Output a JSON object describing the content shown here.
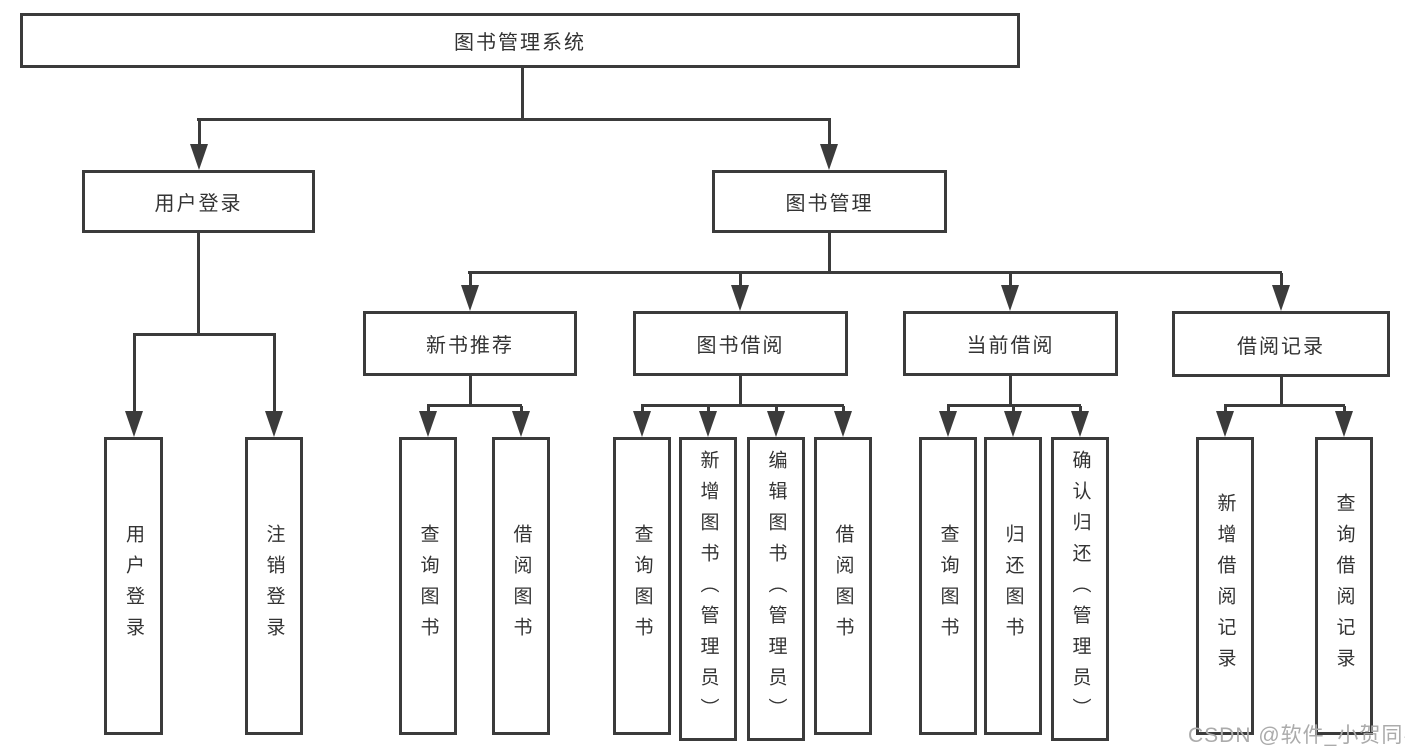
{
  "diagram_type": "hierarchical-tree",
  "tree": {
    "label": "图书管理系统",
    "children": [
      {
        "label": "用户登录",
        "children": [
          {
            "label": "用户登录"
          },
          {
            "label": "注销登录"
          }
        ]
      },
      {
        "label": "图书管理",
        "children": [
          {
            "label": "新书推荐",
            "children": [
              {
                "label": "查询图书"
              },
              {
                "label": "借阅图书"
              }
            ]
          },
          {
            "label": "图书借阅",
            "children": [
              {
                "label": "查询图书"
              },
              {
                "label": "新增图书（管理员）"
              },
              {
                "label": "编辑图书（管理员）"
              },
              {
                "label": "借阅图书"
              }
            ]
          },
          {
            "label": "当前借阅",
            "children": [
              {
                "label": "查询图书"
              },
              {
                "label": "归还图书"
              },
              {
                "label": "确认归还（管理员）"
              }
            ]
          },
          {
            "label": "借阅记录",
            "children": [
              {
                "label": "新增借阅记录"
              },
              {
                "label": "查询借阅记录"
              }
            ]
          }
        ]
      }
    ]
  },
  "watermark": "CSDN @软件_小贺同学",
  "colors": {
    "line": "#3b3b3b",
    "text": "#333333",
    "watermark": "#ababab",
    "background": "#ffffff"
  }
}
